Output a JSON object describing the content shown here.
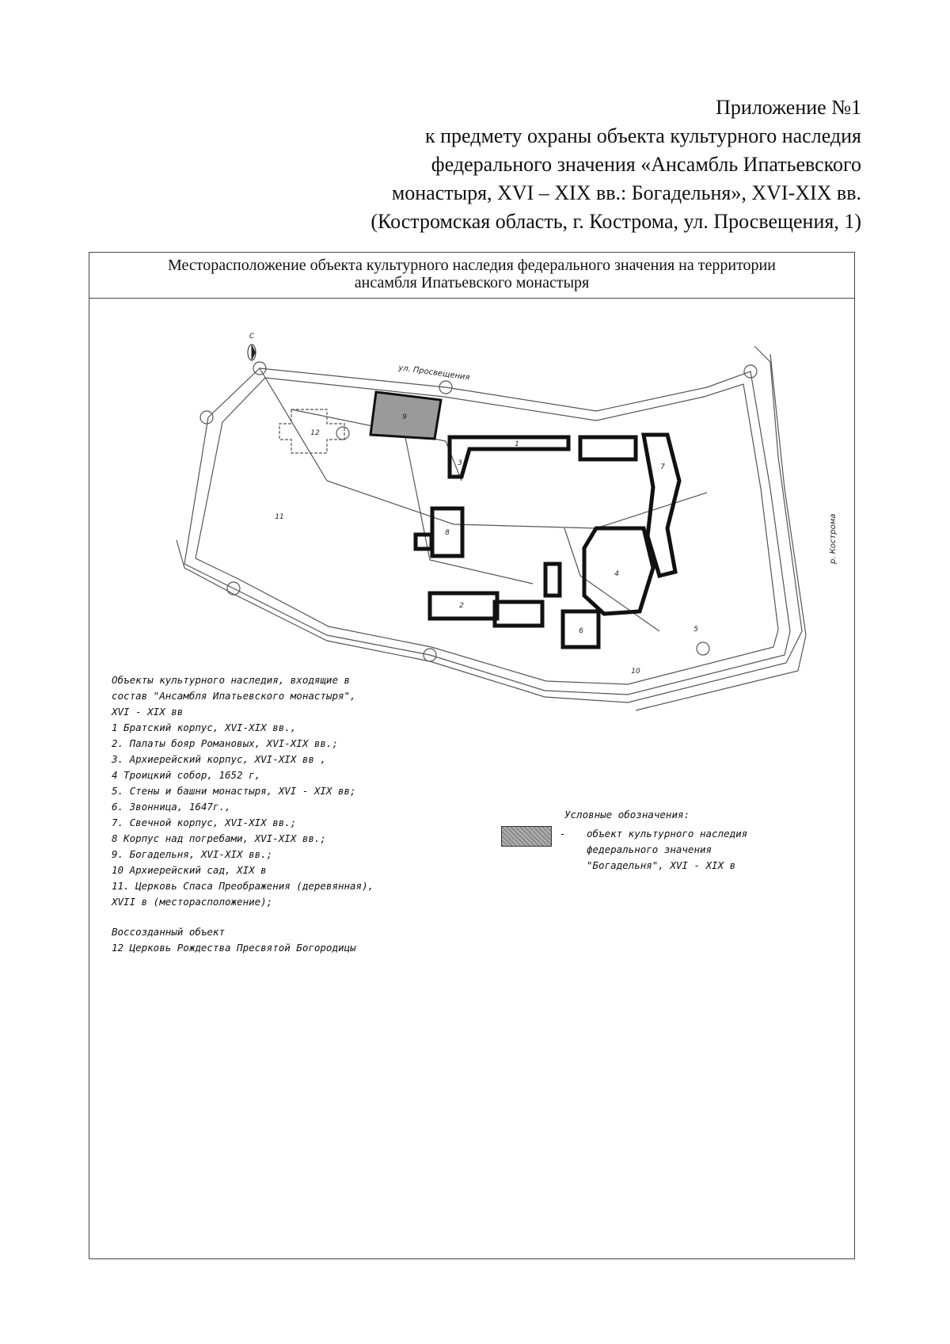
{
  "header": {
    "lines": [
      "Приложение №1",
      "к предмету охраны объекта культурного наследия",
      "федерального значения «Ансамбль Ипатьевского",
      "монастыря, XVI – XIX вв.: Богадельня», XVI-XIX вв.",
      "(Костромская область, г. Кострома, ул. Просвещения, 1)"
    ]
  },
  "frame": {
    "title_line1": "Месторасположение объекта культурного наследия федерального значения на территории",
    "title_line2": "ансамбля Ипатьевского монастыря"
  },
  "map": {
    "street_label": "ул. Просвещения",
    "river_label": "р. Кострома",
    "north_label": "С",
    "building_numbers": [
      "1",
      "2",
      "3",
      "4",
      "5",
      "6",
      "7",
      "8",
      "9",
      "10",
      "11",
      "12"
    ]
  },
  "legend": {
    "heading_lines": [
      "Объекты культурного наследия, входящие в",
      "состав \"Ансамбля Ипатьевского монастыря\",",
      "XVI - XIX вв"
    ],
    "items": [
      "1 Братский корпус, XVI-XIX вв.,",
      "2. Палаты бояр Романовых, XVI-XIX вв.;",
      "3. Архиерейский корпус, XVI-XIX вв ,",
      "4 Троицкий собор, 1652 г,",
      "5. Стены и башни монастыря, XVI - XIX вв;",
      "6. Звонница, 1647г.,",
      "7. Свечной корпус, XVI-XIX вв.;",
      "8 Корпус над погребами, XVI-XIX вв.;",
      "9. Богадельня, XVI-XIX вв.;",
      "10 Архиерейский сад, XIX в",
      "11. Церковь Спаса Преображения (деревянная),",
      "XVII в (месторасположение);"
    ],
    "recreated_heading": "Воссозданный объект",
    "recreated_item": "12 Церковь Рождества Пресвятой Богородицы"
  },
  "conventions": {
    "title": "Условные обозначения:",
    "dash": "-",
    "text_lines": [
      "объект культурного наследия",
      "федерального значения",
      "\"Богадельня\", XVI - XIX в"
    ],
    "swatch_color": "#9a9a9a"
  }
}
